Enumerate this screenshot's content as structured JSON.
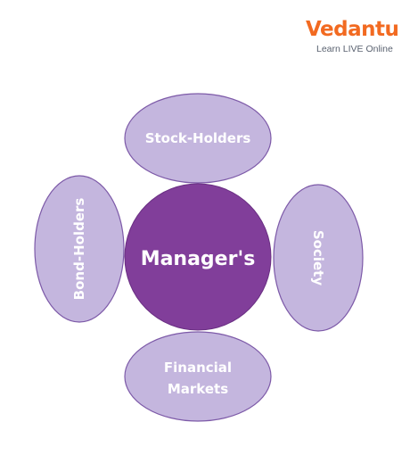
{
  "logo": {
    "brand": "Vedantu",
    "tagline": "Learn LIVE Online"
  },
  "diagram": {
    "center": {
      "label": "Manager's"
    },
    "nodes": {
      "top": {
        "label": "Stock-Holders"
      },
      "left": {
        "label": "Bond-Holders"
      },
      "right": {
        "label": "Society"
      },
      "bottom": {
        "line1": "Financial",
        "line2": "Markets"
      }
    }
  },
  "colors": {
    "center_fill": "#813e9a",
    "node_fill": "#c4b6de",
    "node_stroke": "#7d5aa8",
    "brand_orange": "#f26a21"
  }
}
